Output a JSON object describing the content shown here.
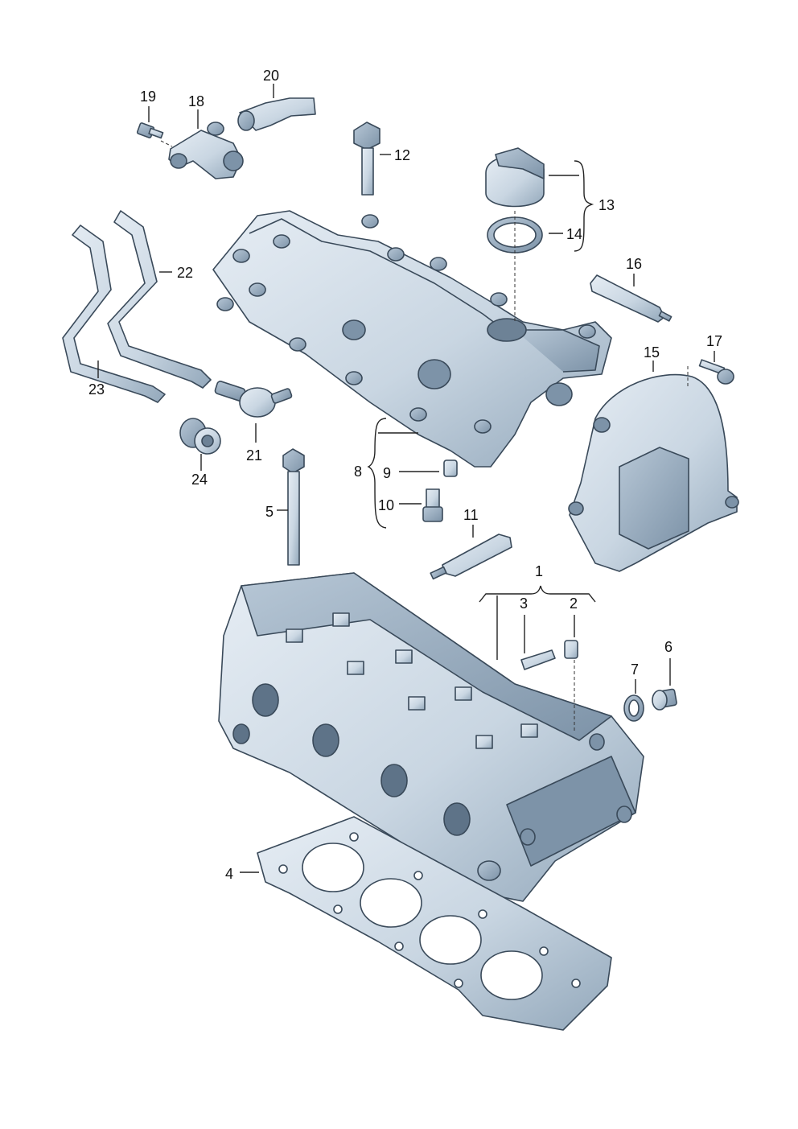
{
  "callouts": {
    "c1": "1",
    "c2": "2",
    "c3": "3",
    "c4": "4",
    "c5": "5",
    "c6": "6",
    "c7": "7",
    "c8": "8",
    "c9": "9",
    "c10": "10",
    "c11": "11",
    "c12": "12",
    "c13": "13",
    "c14": "14",
    "c15": "15",
    "c16": "16",
    "c17": "17",
    "c18": "18",
    "c19": "19",
    "c20": "20",
    "c21": "21",
    "c22": "22",
    "c23": "23",
    "c24": "24"
  },
  "colors": {
    "part_fill": "#c9d6e2",
    "part_fill_dark": "#93a8bb",
    "part_fill_light": "#e6edf4",
    "outline": "#3a4a5a",
    "background": "#ffffff"
  }
}
